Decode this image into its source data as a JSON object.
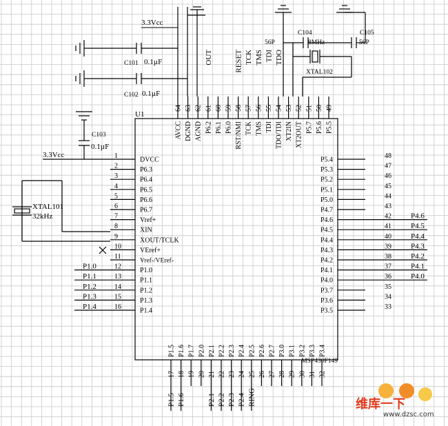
{
  "chip": {
    "ref": "U1",
    "part": "MSP430F149"
  },
  "labels": {
    "vcc_top": "3.3Vcc",
    "vcc_left": "3.3Vcc",
    "c101": "C101",
    "c101_val": "0.1µF",
    "c102": "C102",
    "c102_val": "0.1µF",
    "c103": "C103",
    "c103_val": "0.1µF",
    "c104": "C104",
    "c104_val": "56P",
    "c105": "C105",
    "c105_val": "56P",
    "xtal102": "XTAL102",
    "xtal102_freq": "8MHz",
    "xtal101": "XTAL101",
    "xtal101_freq": "32kHz"
  },
  "left_pins": [
    {
      "num": "1",
      "name": "DVCC",
      "net": ""
    },
    {
      "num": "2",
      "name": "P6.3",
      "net": ""
    },
    {
      "num": "3",
      "name": "P6.4",
      "net": ""
    },
    {
      "num": "4",
      "name": "P6.5",
      "net": ""
    },
    {
      "num": "5",
      "name": "P6.6",
      "net": ""
    },
    {
      "num": "6",
      "name": "P6.7",
      "net": ""
    },
    {
      "num": "7",
      "name": "Vref+",
      "net": ""
    },
    {
      "num": "8",
      "name": "XIN",
      "net": ""
    },
    {
      "num": "9",
      "name": "XOUT/TCLK",
      "net": ""
    },
    {
      "num": "10",
      "name": "VEref+",
      "net": ""
    },
    {
      "num": "11",
      "name": "Vref-/VEref-",
      "net": ""
    },
    {
      "num": "12",
      "name": "P1.0",
      "net": "P1.0"
    },
    {
      "num": "13",
      "name": "P1.1",
      "net": "P1.1"
    },
    {
      "num": "14",
      "name": "P1.2",
      "net": "P1.2"
    },
    {
      "num": "15",
      "name": "P1.3",
      "net": "P1.3"
    },
    {
      "num": "16",
      "name": "P1.4",
      "net": "P1.4"
    }
  ],
  "right_pins": [
    {
      "num": "48",
      "name": "P5.4",
      "net": ""
    },
    {
      "num": "47",
      "name": "P5.3",
      "net": ""
    },
    {
      "num": "46",
      "name": "P5.2",
      "net": ""
    },
    {
      "num": "45",
      "name": "P5.1",
      "net": ""
    },
    {
      "num": "44",
      "name": "P5.0",
      "net": ""
    },
    {
      "num": "43",
      "name": "P4.7",
      "net": ""
    },
    {
      "num": "42",
      "name": "P4.6",
      "net": "P4.6"
    },
    {
      "num": "41",
      "name": "P4.5",
      "net": "P4.5"
    },
    {
      "num": "40",
      "name": "P4.4",
      "net": "P4.4"
    },
    {
      "num": "39",
      "name": "P4.3",
      "net": "P4.3"
    },
    {
      "num": "38",
      "name": "P4.2",
      "net": "P4.2"
    },
    {
      "num": "37",
      "name": "P4.1",
      "net": "P4.1"
    },
    {
      "num": "36",
      "name": "P4.0",
      "net": "P4.0"
    },
    {
      "num": "35",
      "name": "P3.7",
      "net": ""
    },
    {
      "num": "34",
      "name": "P3.6",
      "net": ""
    },
    {
      "num": "33",
      "name": "P3.5",
      "net": ""
    }
  ],
  "top_pins": [
    {
      "num": "64",
      "name": "AVCC",
      "net": ""
    },
    {
      "num": "63",
      "name": "DGND",
      "net": ""
    },
    {
      "num": "62",
      "name": "AGND",
      "net": ""
    },
    {
      "num": "61",
      "name": "P6.2",
      "net": "OUT"
    },
    {
      "num": "60",
      "name": "P6.1",
      "net": ""
    },
    {
      "num": "59",
      "name": "P6.0",
      "net": ""
    },
    {
      "num": "58",
      "name": "RST/NMI",
      "net": "RESET"
    },
    {
      "num": "57",
      "name": "TCK",
      "net": "TCK"
    },
    {
      "num": "56",
      "name": "TMS",
      "net": "TMS"
    },
    {
      "num": "55",
      "name": "TDI",
      "net": "TDI"
    },
    {
      "num": "54",
      "name": "TDO/TDI",
      "net": "TDO"
    },
    {
      "num": "53",
      "name": "XT2IN",
      "net": ""
    },
    {
      "num": "52",
      "name": "XT2OUT",
      "net": ""
    },
    {
      "num": "51",
      "name": "P5.7",
      "net": ""
    },
    {
      "num": "50",
      "name": "P5.6",
      "net": ""
    },
    {
      "num": "49",
      "name": "P5.5",
      "net": ""
    }
  ],
  "bottom_pins": [
    {
      "num": "17",
      "name": "P1.5",
      "net": "P1.5"
    },
    {
      "num": "18",
      "name": "P1.6",
      "net": "P1.6"
    },
    {
      "num": "19",
      "name": "P1.7",
      "net": ""
    },
    {
      "num": "20",
      "name": "P2.0",
      "net": ""
    },
    {
      "num": "21",
      "name": "P2.1",
      "net": "P2.1"
    },
    {
      "num": "22",
      "name": "P2.2",
      "net": "P2.2"
    },
    {
      "num": "23",
      "name": "P2.3",
      "net": "P2.3"
    },
    {
      "num": "24",
      "name": "P2.4",
      "net": "P2.4"
    },
    {
      "num": "25",
      "name": "P2.5",
      "net": "RING"
    },
    {
      "num": "26",
      "name": "P2.6",
      "net": ""
    },
    {
      "num": "27",
      "name": "P2.7",
      "net": ""
    },
    {
      "num": "28",
      "name": "P3.0",
      "net": ""
    },
    {
      "num": "29",
      "name": "P3.1",
      "net": ""
    },
    {
      "num": "30",
      "name": "P3.2",
      "net": ""
    },
    {
      "num": "31",
      "name": "P3.3",
      "net": ""
    },
    {
      "num": "32",
      "name": "P3.4",
      "net": ""
    }
  ],
  "watermark": {
    "line1": "维库一下",
    "url": "www.dzsc.com"
  }
}
